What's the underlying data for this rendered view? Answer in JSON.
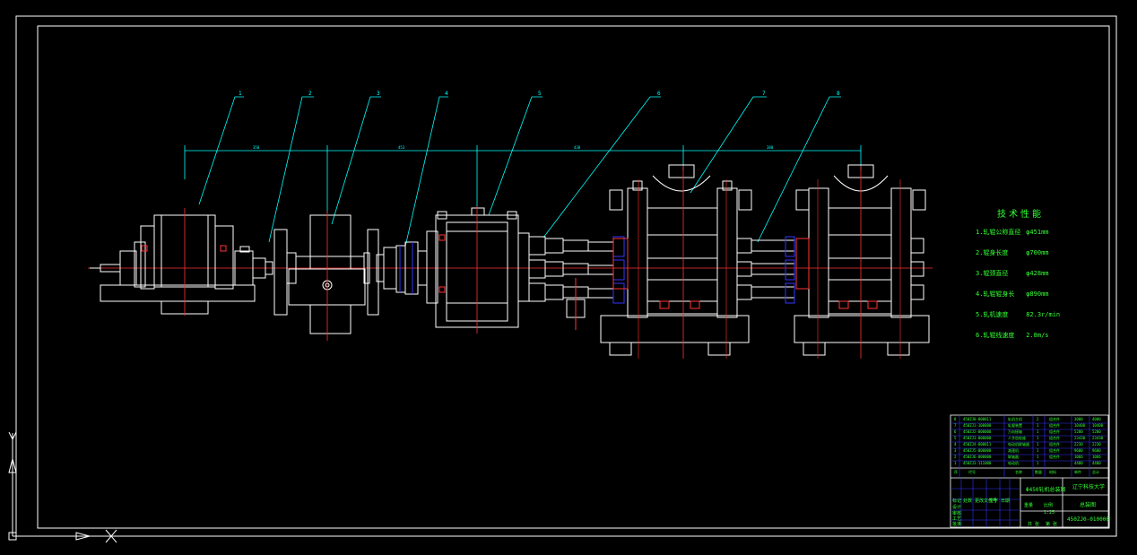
{
  "drawing": {
    "item_numbers": [
      "1",
      "2",
      "3",
      "4",
      "5",
      "6",
      "7",
      "8"
    ],
    "dimensions": [
      "350",
      "453",
      "430",
      "380"
    ],
    "tech_title": "技术性能",
    "tech_specs": [
      {
        "label": "1.轧辊公称直径",
        "value": "φ451mm"
      },
      {
        "label": "2.辊身长度",
        "value": "φ700mm"
      },
      {
        "label": "3.辊颈直径",
        "value": "φ428mm"
      },
      {
        "label": "4.轧辊辊身长",
        "value": "φ890mm"
      },
      {
        "label": "5.轧机速度",
        "value": "82.3r/min"
      },
      {
        "label": "6.轧辊线速度",
        "value": "2.8m/s"
      }
    ],
    "parts_rows": [
      [
        "8",
        "450ZJ0-000011",
        "轧机主机",
        "2",
        "组合件",
        "3000",
        "4000"
      ],
      [
        "7",
        "450ZJ1-100000",
        "轧辊装置",
        "1",
        "组合件",
        "10400",
        "10400"
      ],
      [
        "6",
        "450ZJ2-000000",
        "万向接轴",
        "1",
        "组合件",
        "5200",
        "5200"
      ],
      [
        "5",
        "450ZJ3-000000",
        "人字齿轮座",
        "1",
        "组合件",
        "23430",
        "23430"
      ],
      [
        "4",
        "450ZJ4-000011",
        "电动机联轴器",
        "1",
        "组合件",
        "2230",
        "2230"
      ],
      [
        "3",
        "450ZJ5-000000",
        "减速机",
        "1",
        "组合件",
        "9600",
        "9600"
      ],
      [
        "2",
        "450ZJ6-000000",
        "联轴器",
        "1",
        "组合件",
        "1066",
        "1066"
      ],
      [
        "1",
        "450ZJ3-111000",
        "电动机",
        "1",
        "",
        "4400",
        "4400"
      ]
    ],
    "parts_header": [
      "序",
      "代号",
      "名称",
      "数量",
      "材料",
      "单件",
      "总计"
    ],
    "title_block": {
      "drawing_name": "Φ450轧机总装图",
      "school": "辽宁科技大学",
      "sheet": "总装图",
      "drawing_no": "450ZJ0-010000",
      "labels": [
        "标记",
        "处数",
        "更改文件号",
        "签字",
        "日期",
        "设计",
        "审核",
        "工艺",
        "批准"
      ],
      "weight_label": "重量",
      "scale_label": "比例",
      "scale_value": "1:25",
      "sheet_info": "共 张",
      "sheet_info2": "第 张"
    },
    "ucs": {
      "x_label": "X",
      "y_label": "Y"
    }
  },
  "colors": {
    "background": "#000000",
    "lines": "#ffffff",
    "dims": "#00ffff",
    "center": "#ff3333",
    "text": "#33ff33",
    "hatch": "#3333ff"
  }
}
